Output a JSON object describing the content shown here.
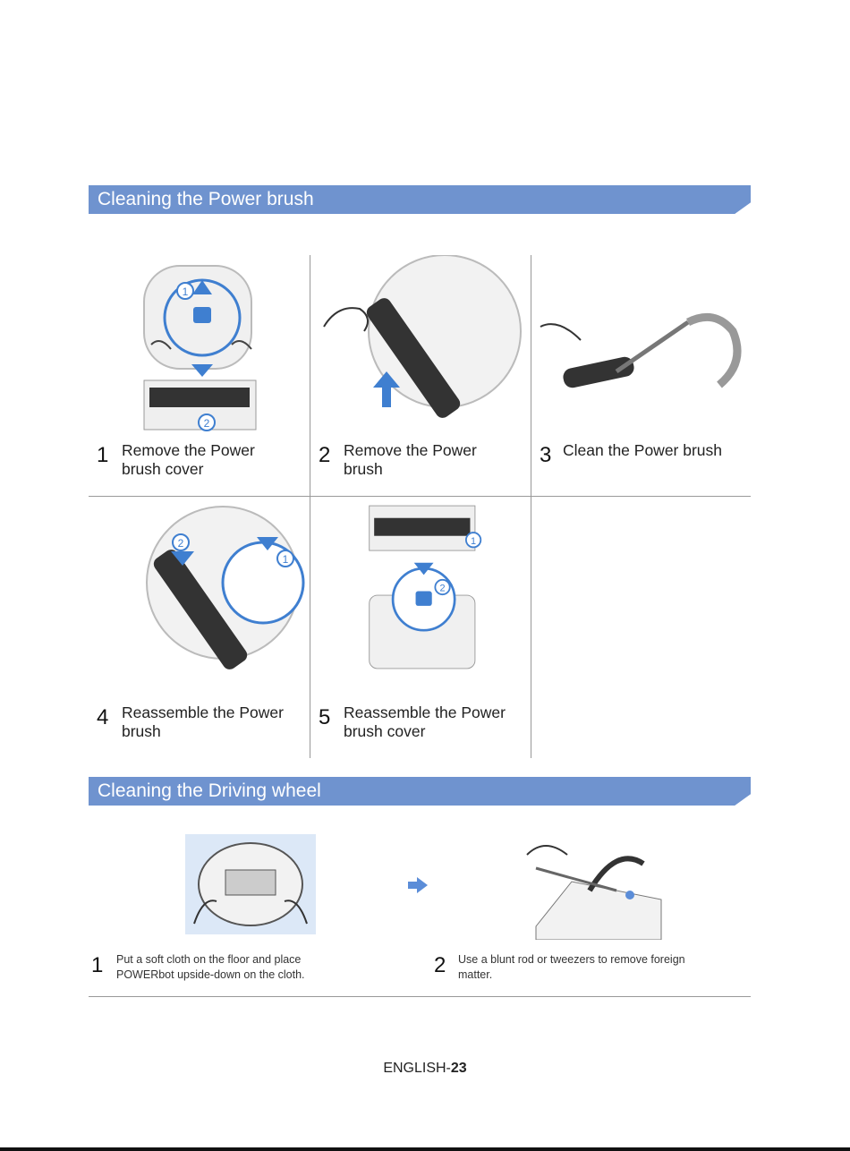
{
  "sections": [
    {
      "title": "Cleaning the Power brush"
    },
    {
      "title": "Cleaning the Driving wheel"
    }
  ],
  "power_brush_steps": [
    {
      "num": "1",
      "text_lines": [
        "Remove the Power",
        "brush cover"
      ],
      "callouts": [
        "1",
        "2"
      ]
    },
    {
      "num": "2",
      "text_lines": [
        "Remove the Power",
        "brush"
      ]
    },
    {
      "num": "3",
      "text_lines": [
        "Clean the Power brush"
      ]
    },
    {
      "num": "4",
      "text_lines": [
        "Reassemble the Power",
        "brush"
      ],
      "callouts": [
        "2",
        "1"
      ]
    },
    {
      "num": "5",
      "text_lines": [
        "Reassemble the Power",
        "brush cover"
      ],
      "callouts": [
        "1",
        "2"
      ]
    }
  ],
  "wheel_steps": [
    {
      "num": "1",
      "text_lines": [
        "Put a soft cloth on the floor and place",
        "POWERbot upside-down on the cloth."
      ]
    },
    {
      "num": "2",
      "text_lines": [
        "Use a blunt rod or tweezers to remove foreign",
        "matter."
      ]
    }
  ],
  "footer": {
    "prefix": "ENGLISH-",
    "page": "23"
  },
  "colors": {
    "accent": "#6f93cf",
    "arrow": "#3f7fd0"
  }
}
